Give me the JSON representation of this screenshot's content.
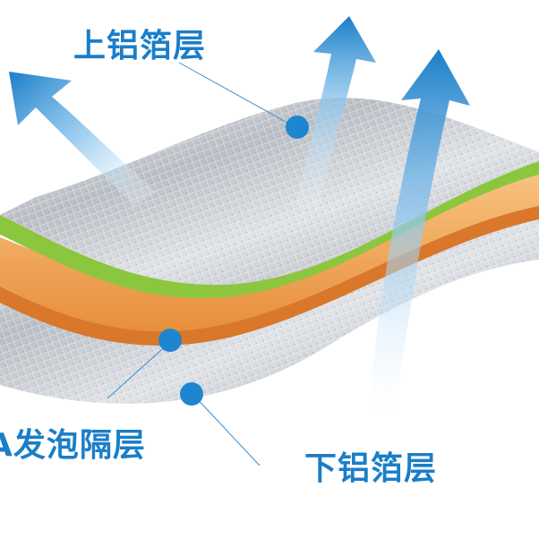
{
  "labels": {
    "top_aluminum_layer": "上铝箔层",
    "middle_foam_layer": "A发泡隔层",
    "bottom_aluminum_layer": "下铝箔层"
  },
  "colors": {
    "label_text": "#1a7ec8",
    "callout_dot": "#1e86d0",
    "arrow_blue": "#1a7ec8",
    "foam_orange": "#f3a65a",
    "edge_green": "#8cc63f",
    "foil_silver": "#cfd3d8"
  },
  "icons": {
    "heat_arrows": "arrow-up-icon",
    "callout_markers": "dot-icon"
  }
}
